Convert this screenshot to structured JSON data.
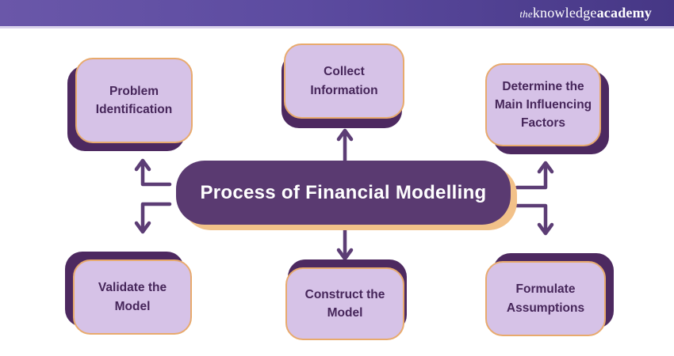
{
  "header": {
    "logo_the": "the",
    "logo_knowledge": "knowledge",
    "logo_academy": "academy"
  },
  "diagram": {
    "center_label": "Process of Financial Modelling",
    "nodes": [
      {
        "id": "problem-identification",
        "label": "Problem Identification"
      },
      {
        "id": "collect-information",
        "label": "Collect Information"
      },
      {
        "id": "determine-main-influencing-factors",
        "label": "Determine the Main Influencing Factors"
      },
      {
        "id": "validate-the-model",
        "label": "Validate the Model"
      },
      {
        "id": "construct-the-model",
        "label": "Construct the Model"
      },
      {
        "id": "formulate-assumptions",
        "label": "Formulate Assumptions"
      }
    ],
    "colors": {
      "header_gradient_left": "#6a57a9",
      "header_gradient_right": "#463785",
      "center_fill": "#5a3a71",
      "center_shadow": "#f2c189",
      "node_fill": "#d6c2e7",
      "node_border": "#e8aa6d",
      "node_shadow": "#4d2960",
      "node_text": "#46265a",
      "arrow": "#5c3d75",
      "center_text": "#ffffff"
    }
  }
}
